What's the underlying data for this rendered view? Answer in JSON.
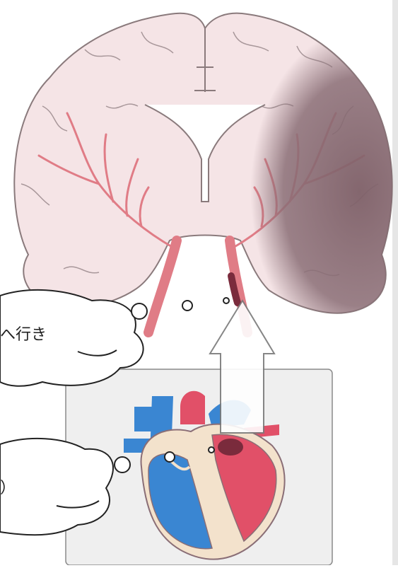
{
  "bubbles": {
    "upper_text": "へ行き",
    "lower_text": "）"
  },
  "colors": {
    "brain_fill": "#f5e4e6",
    "brain_outline": "#8a7a7c",
    "artery": "#e07c86",
    "infarct_shade": "#8a6e76",
    "heart_blue": "#3a86d2",
    "heart_red": "#e15068",
    "heart_tan": "#f3e2cc",
    "clot": "#7a2b3c",
    "panel_border": "#8a8a8a",
    "panel_bg": "#efefef"
  },
  "icons": [
    "brain-illustration",
    "heart-illustration",
    "clot-icon",
    "up-arrow-icon"
  ]
}
